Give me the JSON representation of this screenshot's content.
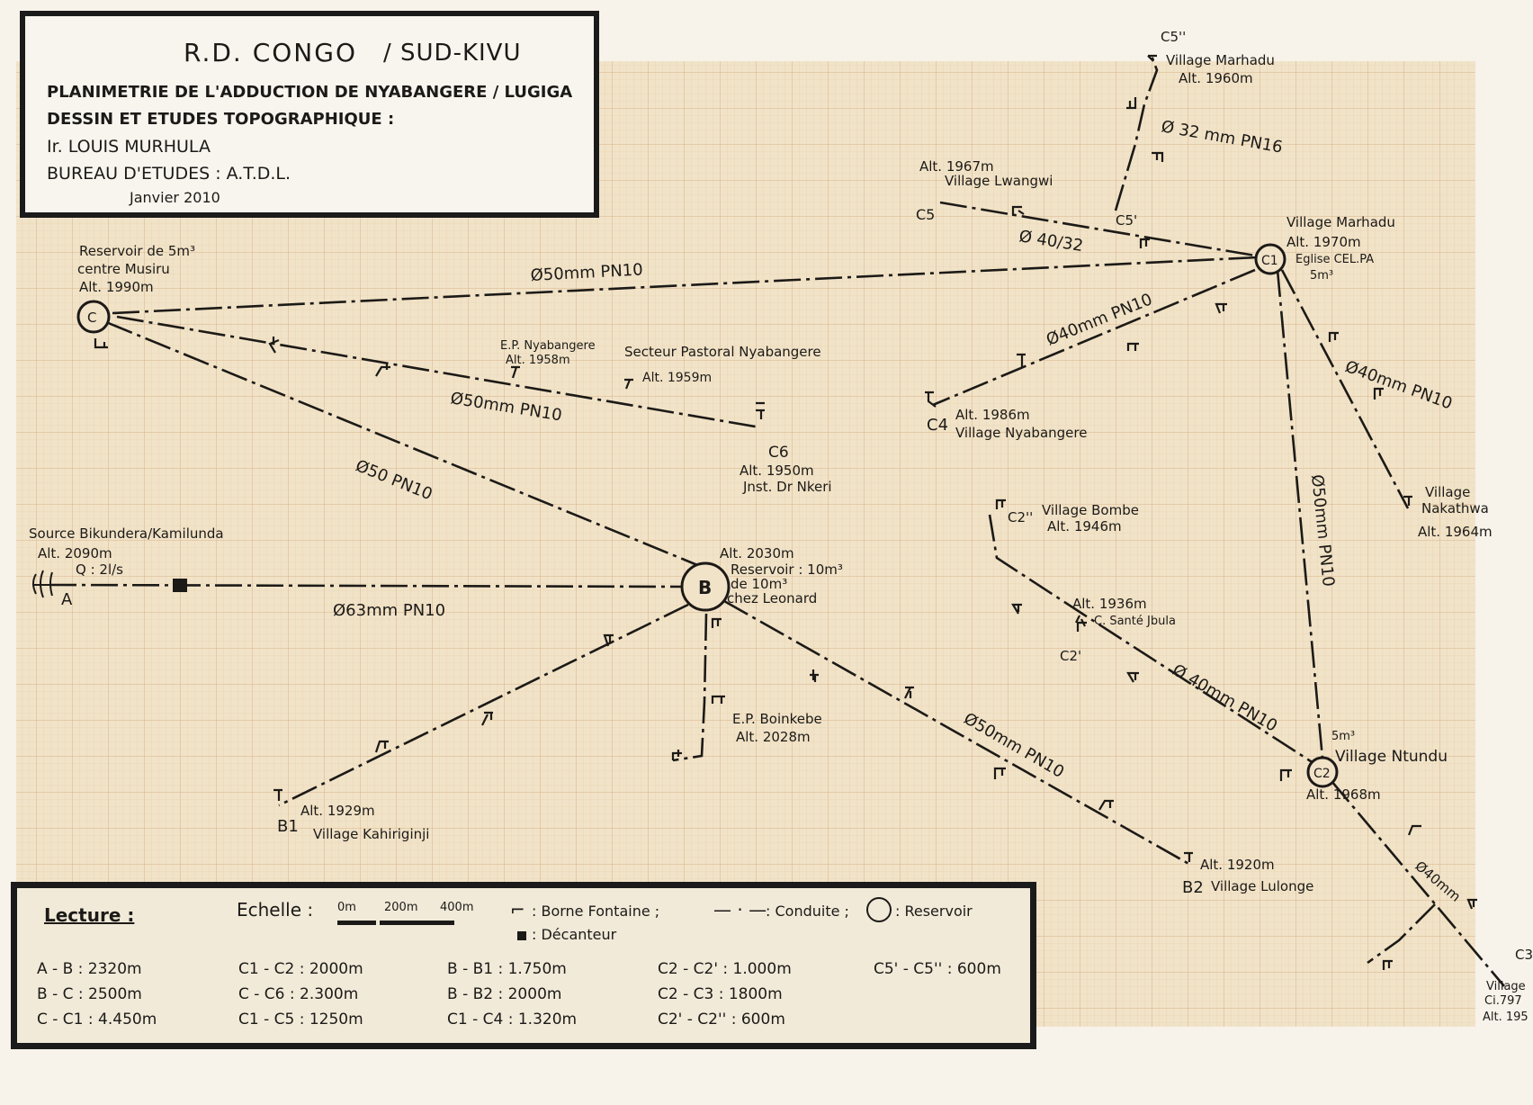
{
  "title": {
    "country": "R.D. CONGO",
    "region": "/ SUD-KIVU",
    "line1": "PLANIMETRIE DE L'ADDUCTION DE NYABANGERE / LUGIGA",
    "line2": "DESSIN ET ETUDES TOPOGRAPHIQUE :",
    "author": "Ir. LOUIS MURHULA",
    "bureau": "BUREAU D'ETUDES : A.T.D.L.",
    "date": "Janvier 2010"
  },
  "nodes": {
    "A": {
      "id": "A",
      "lines": [
        "Source Bikundera/Kamilunda",
        "Alt. 2090m",
        "Q : 2l/s"
      ]
    },
    "B": {
      "id": "B",
      "lines": [
        "Alt. 2030m",
        "Reservoir : 10m³",
        "de 10m³",
        "chez Leonard"
      ]
    },
    "C": {
      "id": "C",
      "lines": [
        "Reservoir de 5m³",
        "centre Musiru",
        "Alt. 1990m"
      ]
    },
    "C1": {
      "id": "C1",
      "lines": [
        "Village Marhadu",
        "Alt. 1970m",
        "Eglise CEL.PA",
        "5m³"
      ]
    },
    "C2": {
      "id": "C2",
      "lines": [
        "5m³",
        "Village Ntundu",
        "Alt. 1968m"
      ]
    },
    "C3": {
      "id": "C3",
      "lines": [
        "C3",
        "Village",
        "Ci.797",
        "Alt. 195"
      ]
    },
    "C4": {
      "id": "C4",
      "lines": [
        "C4",
        "Alt. 1986m",
        "Village Nyabangere"
      ]
    },
    "C5": {
      "id": "C5",
      "lines": [
        "Alt. 1967m",
        "Village Lwangwi",
        "C5"
      ]
    },
    "C5p": {
      "id": "C5'",
      "lines": [
        "C5'"
      ]
    },
    "C5pp": {
      "id": "C5''",
      "lines": [
        "C5''",
        "Village Marhadu",
        "Alt. 1960m"
      ]
    },
    "C6": {
      "id": "C6",
      "lines": [
        "C6",
        "Alt. 1950m",
        "Jnst. Dr Nkeri"
      ]
    },
    "C2p": {
      "id": "C2'",
      "lines": [
        "C2'"
      ]
    },
    "C2pp": {
      "id": "C2''",
      "lines": [
        "C2''",
        "Village Bombe",
        "Alt. 1946m"
      ]
    },
    "B1": {
      "id": "B1",
      "lines": [
        "Alt. 1929m",
        "B1",
        "Village Kahiriginji"
      ]
    },
    "B2": {
      "id": "B2",
      "lines": [
        "Alt. 1920m",
        "B2",
        "Village Lulonge"
      ]
    },
    "EP_Boinkebe": {
      "lines": [
        "E.P. Boinkebe",
        "Alt. 2028m"
      ]
    },
    "EP_Nyabangere": {
      "lines": [
        "E.P. Nyabangere",
        "Alt. 1958m"
      ]
    },
    "Secteur": {
      "lines": [
        "Secteur Pastoral Nyabangere",
        "Alt. 1959m"
      ]
    },
    "Nakathwa": {
      "lines": [
        "Village",
        "Nakathwa",
        "Alt. 1964m"
      ]
    },
    "Sante": {
      "lines": [
        "Alt. 1936m",
        "C. Santé Jbula"
      ]
    }
  },
  "pipes": {
    "AB": "Ø63mm PN10",
    "BC": "Ø50 PN10",
    "CC1": "Ø50mm PN10",
    "CC6": "Ø50mm PN10",
    "C1C4": "Ø40mm PN10",
    "C5C1": "Ø 40/32",
    "C5pp": "Ø 32 mm PN16",
    "C1Nak": "Ø40mm PN10",
    "C1C2": "Ø50mm PN10",
    "BB2": "Ø50mm PN10",
    "C2pC2": "Ø 40mm PN10",
    "C2C3": "Ø40mm"
  },
  "legend": {
    "heading": "Lecture :",
    "scale_label": "Echelle :",
    "scale_ticks": [
      "0m",
      "200m",
      "400m"
    ],
    "borne": ": Borne Fontaine ;",
    "conduite": ": Conduite ;",
    "reservoir": ": Reservoir",
    "decanteur": ": Décanteur",
    "distances": [
      [
        "A - B : 2320m",
        "B - C : 2500m",
        "C - C1 : 4.450m"
      ],
      [
        "C1 - C2 : 2000m",
        "C - C6 : 2.300m",
        "C1 - C5 : 1250m"
      ],
      [
        "B - B1 : 1.750m",
        "B - B2 : 2000m",
        "C1 - C4 : 1.320m"
      ],
      [
        "C2 - C2' : 1.000m",
        "C2 - C3 : 1800m",
        "C2' - C2'' : 600m"
      ],
      [
        "C5' - C5'' : 600m"
      ]
    ]
  },
  "colors": {
    "grid_paper": "#f1e3c8",
    "grid_line": "#e0bf92",
    "ink": "#1c1a17"
  }
}
